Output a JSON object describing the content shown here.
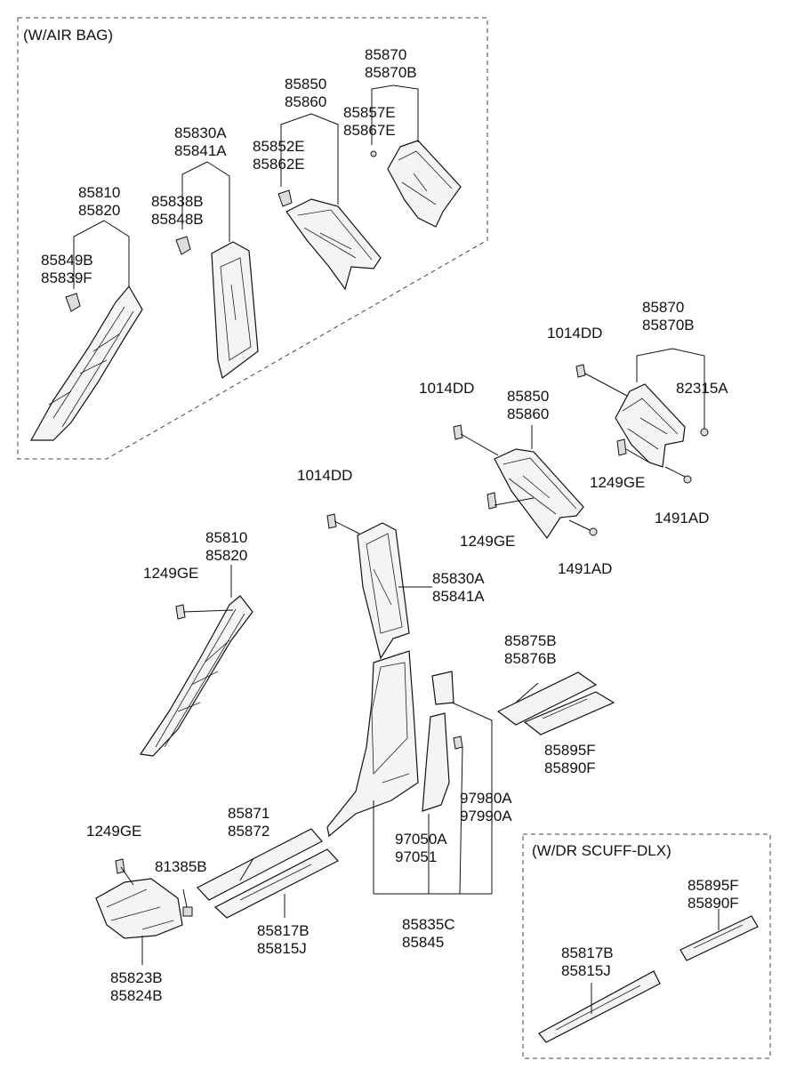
{
  "sections": {
    "air_bag": "(W/AIR BAG)",
    "dr_scuff": "(W/DR SCUFF-DLX)"
  },
  "labels": {
    "ab_85870": [
      "85870",
      "85870B"
    ],
    "ab_85857": [
      "85857E",
      "85867E"
    ],
    "ab_85850": [
      "85850",
      "85860"
    ],
    "ab_85852": [
      "85852E",
      "85862E"
    ],
    "ab_85830": [
      "85830A",
      "85841A"
    ],
    "ab_85838": [
      "85838B",
      "85848B"
    ],
    "ab_85810": [
      "85810",
      "85820"
    ],
    "ab_85849": [
      "85849B",
      "85839F"
    ],
    "m_1014dd_a": [
      "1014DD"
    ],
    "m_85870": [
      "85870",
      "85870B"
    ],
    "m_82315": [
      "82315A"
    ],
    "m_1249_a": [
      "1249GE"
    ],
    "m_1491_a": [
      "1491AD"
    ],
    "m_1014dd_b": [
      "1014DD"
    ],
    "m_85850": [
      "85850",
      "85860"
    ],
    "m_1249_b": [
      "1249GE"
    ],
    "m_1491_b": [
      "1491AD"
    ],
    "m_1014dd_c": [
      "1014DD"
    ],
    "m_85830": [
      "85830A",
      "85841A"
    ],
    "m_85810": [
      "85810",
      "85820"
    ],
    "m_1249_c": [
      "1249GE"
    ],
    "m_85875": [
      "85875B",
      "85876B"
    ],
    "m_85895": [
      "85895F",
      "85890F"
    ],
    "m_97980": [
      "97980A",
      "97990A"
    ],
    "m_97050": [
      "97050A",
      "97051"
    ],
    "m_85871": [
      "85871",
      "85872"
    ],
    "m_1249_d": [
      "1249GE"
    ],
    "m_81385": [
      "81385B"
    ],
    "m_85817": [
      "85817B",
      "85815J"
    ],
    "m_85835": [
      "85835C",
      "85845"
    ],
    "m_85823": [
      "85823B",
      "85824B"
    ],
    "dr_85895": [
      "85895F",
      "85890F"
    ],
    "dr_85817": [
      "85817B",
      "85815J"
    ]
  }
}
